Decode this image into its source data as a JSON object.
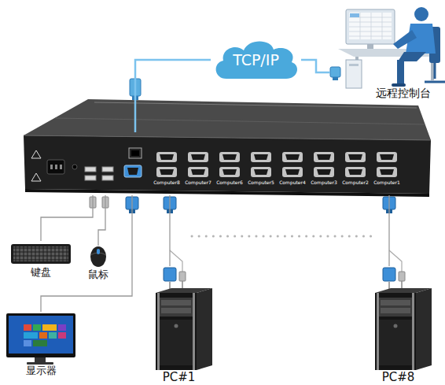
{
  "diagram": {
    "nodes": [
      {
        "text": [
          "TCP/IP"
        ]
      },
      {
        "text": [
          "远程控制台"
        ]
      },
      {
        "text": [
          "Computer8",
          "Computer7",
          "Computer6",
          "Computer5",
          "Computer4",
          "Computer3",
          "Computer2",
          "Computer1"
        ]
      },
      {
        "text": [
          "键盘"
        ]
      },
      {
        "text": [
          "鼠标"
        ]
      },
      {
        "text": [
          "显示器"
        ]
      },
      {
        "text": [
          "PC#1"
        ]
      },
      {
        "text": [
          "PC#8"
        ]
      }
    ],
    "edges": [
      {
        "from": 2,
        "to": 0,
        "arrow": "none"
      },
      {
        "from": 0,
        "to": 1,
        "arrow": "none"
      },
      {
        "from": 2,
        "to": 3,
        "arrow": "none"
      },
      {
        "from": 2,
        "to": 4,
        "arrow": "none"
      },
      {
        "from": 2,
        "to": 5,
        "arrow": "none"
      },
      {
        "from": 2,
        "to": 6,
        "arrow": "none"
      },
      {
        "from": 2,
        "to": 7,
        "arrow": "none"
      }
    ]
  }
}
